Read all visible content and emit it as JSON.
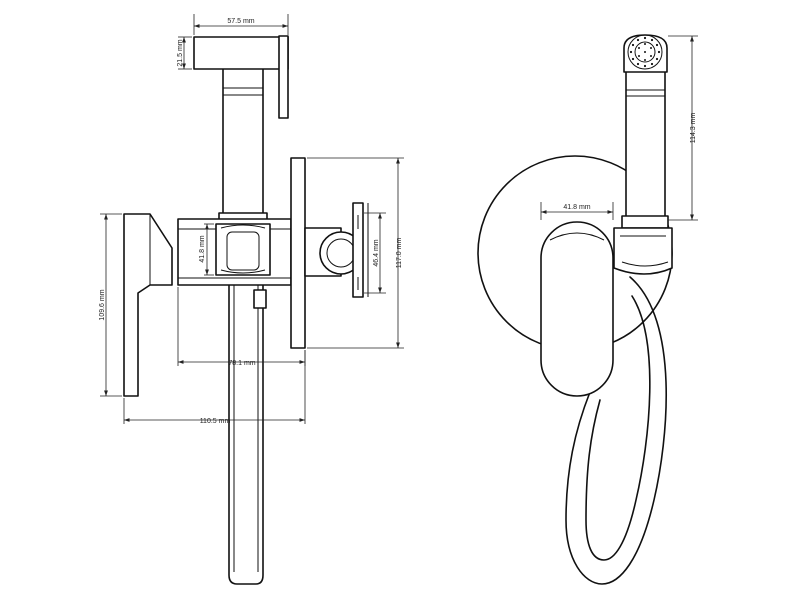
{
  "dimensions": {
    "head_width": "57.5 mm",
    "head_height": "21.5 mm",
    "holder_height": "41.8 mm",
    "lever_height": "109.6 mm",
    "body_depth": "78.1 mm",
    "escutcheon_height": "117.0 mm",
    "elbow_height": "46.4 mm",
    "total_depth": "110.5 mm",
    "front_lever_width": "41.8 mm",
    "shower_length": "114.3 mm"
  },
  "colors": {
    "line": "#111111",
    "background": "#ffffff"
  }
}
